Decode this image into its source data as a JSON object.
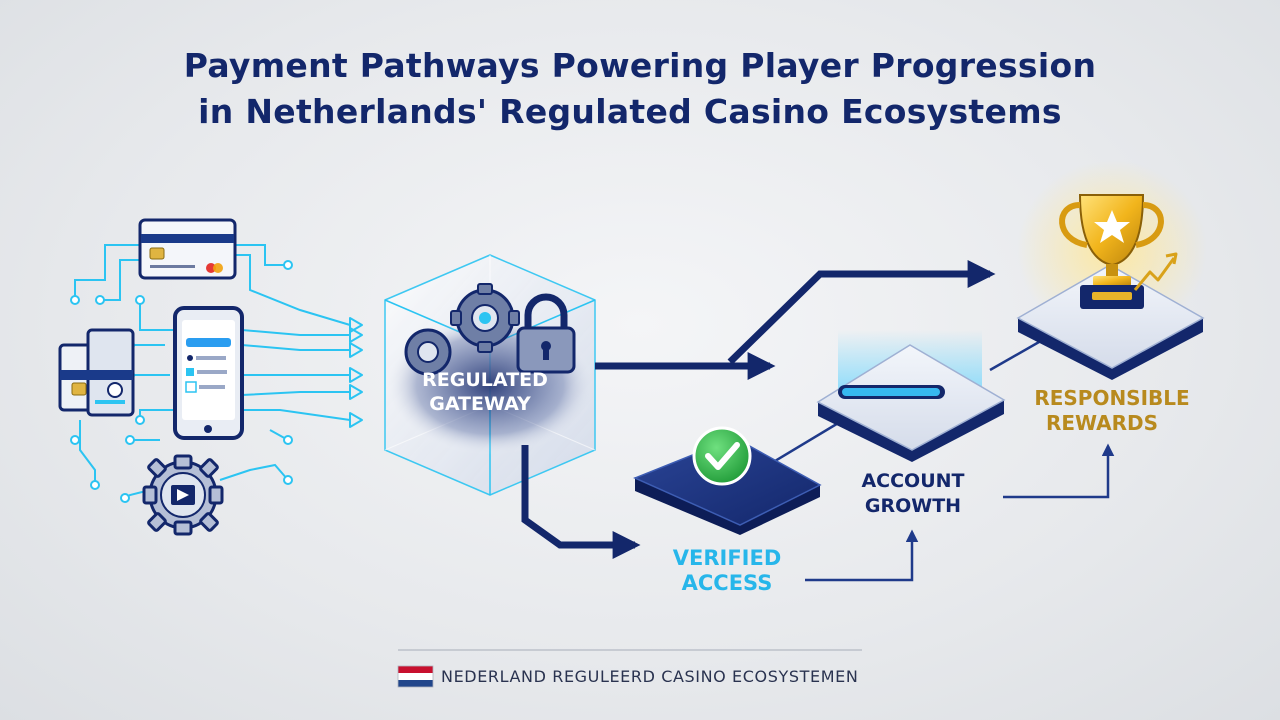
{
  "title": {
    "line1": "Payment Pathways Powering Player Progression",
    "line2": "in Netherlands' Regulated Casino Ecosystems"
  },
  "gateway": {
    "line1": "REGULATED",
    "line2": "GATEWAY"
  },
  "verified": {
    "line1": "VERIFIED",
    "line2": "ACCESS"
  },
  "growth": {
    "line1": "ACCOUNT",
    "line2": "GROWTH"
  },
  "rewards": {
    "line1": "RESPONSIBLE",
    "line2": "REWARDS"
  },
  "footer": {
    "text": "NEDERLAND REGULEERD CASINO ECOSYSTEMEN"
  },
  "colors": {
    "navy": "#13276b",
    "cyan": "#2bc4f2",
    "gold": "#b88a1e",
    "green": "#2fb24a",
    "flag_red": "#c8102e",
    "flag_white": "#ffffff",
    "flag_blue": "#21468b"
  },
  "icons": [
    "credit-card-icon",
    "smartphone-icon",
    "id-card-icon",
    "gear-icon",
    "gears-icon",
    "padlock-icon",
    "checkmark-icon",
    "trophy-icon",
    "growth-arrow-icon",
    "flag-icon"
  ]
}
